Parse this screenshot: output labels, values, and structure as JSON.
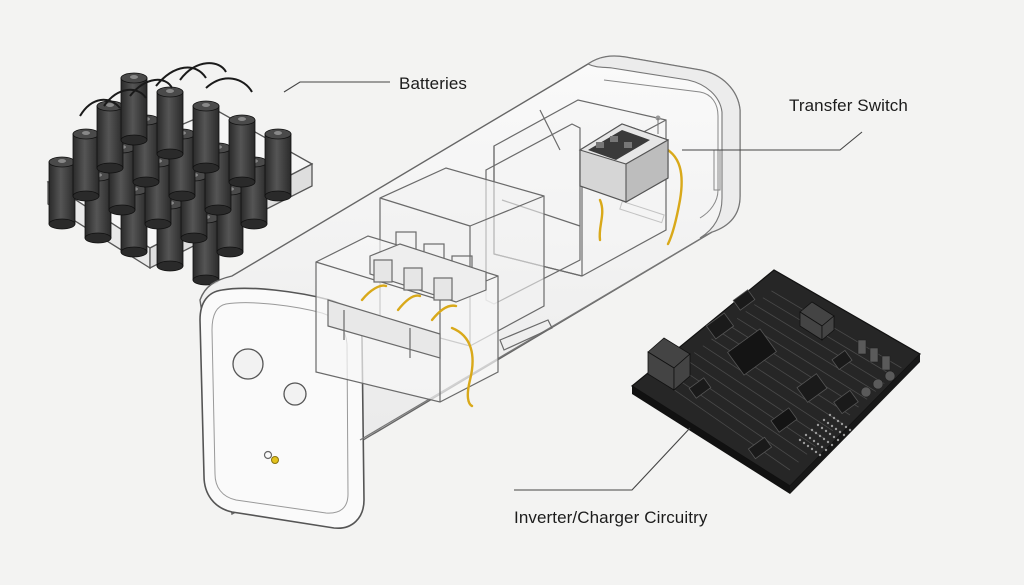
{
  "labels": {
    "batteries": "Batteries",
    "transfer_switch": "Transfer Switch",
    "inverter_charger": "Inverter/Charger Circuitry"
  },
  "colors": {
    "background": "#f3f3f2",
    "line": "#5a5a5a",
    "wire": "#d9a91a",
    "battery": "#3b3b3b",
    "pcb": "#2b2b2b",
    "indicator": "#e3c21c"
  }
}
